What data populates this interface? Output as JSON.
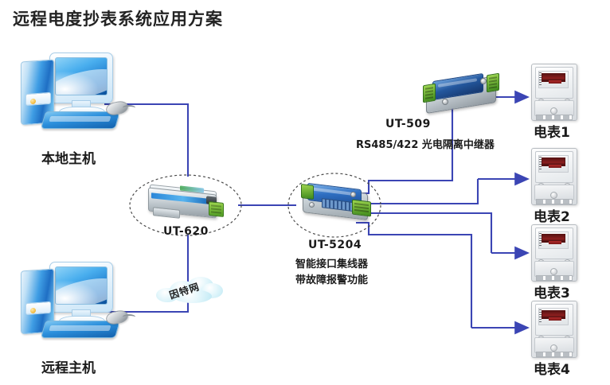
{
  "title": "远程电度抄表系统应用方案",
  "nodes": {
    "local_host": {
      "label": "本地主机",
      "icon": "desktop-computer-icon"
    },
    "remote_host": {
      "label": "远程主机",
      "icon": "desktop-computer-icon"
    },
    "internet": {
      "label": "因特网",
      "icon": "cloud-icon"
    },
    "ut620": {
      "label": "UT-620",
      "icon": "serial-converter-icon"
    },
    "ut509": {
      "label": "UT-509",
      "sublabel": "RS485/422 光电隔离中继器",
      "icon": "isolated-repeater-icon"
    },
    "ut5204": {
      "label": "UT-5204",
      "sublabel_1": "智能接口集线器",
      "sublabel_2": "带故障报警功能",
      "icon": "interface-hub-icon"
    }
  },
  "meters": [
    {
      "label": "电表1",
      "icon": "electricity-meter-icon"
    },
    {
      "label": "电表2",
      "icon": "electricity-meter-icon"
    },
    {
      "label": "电表3",
      "icon": "electricity-meter-icon"
    },
    {
      "label": "电表4",
      "icon": "electricity-meter-icon"
    }
  ],
  "colors": {
    "wire": "#3b45b4",
    "title_text": "#232323",
    "label_text": "#1b1b1b",
    "dashed_outline": "#555555",
    "background": "#ffffff"
  }
}
